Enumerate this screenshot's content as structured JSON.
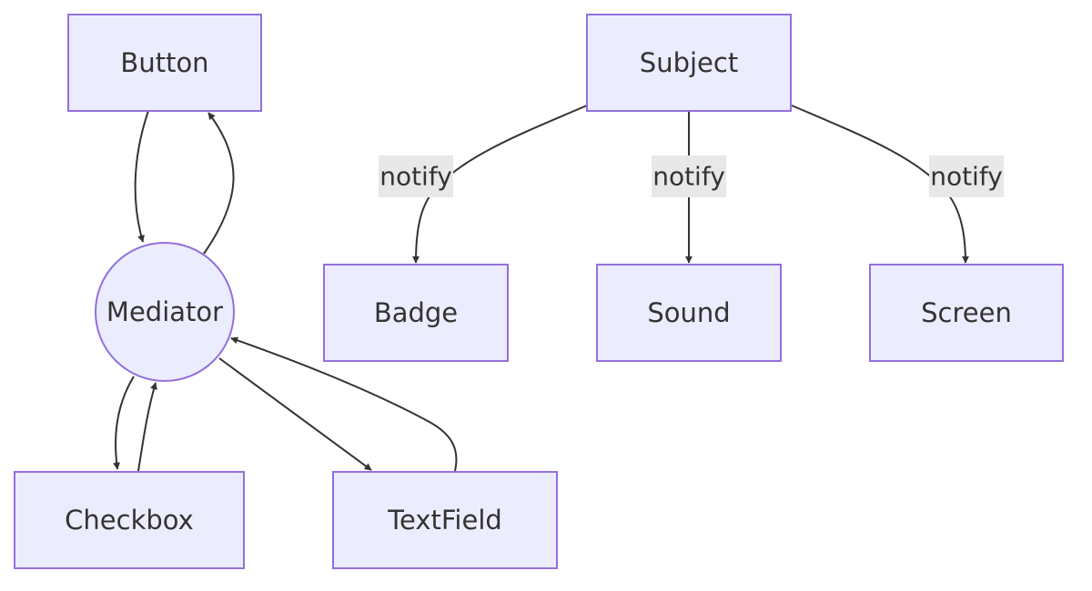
{
  "colors": {
    "node_fill": "#ECECFF",
    "node_stroke": "#9370DB",
    "edge": "#333333",
    "label_bg": "#E8E8E8",
    "text": "#333333"
  },
  "nodes": {
    "button": "Button",
    "mediator": "Mediator",
    "checkbox": "Checkbox",
    "textfield": "TextField",
    "subject": "Subject",
    "badge": "Badge",
    "sound": "Sound",
    "screen": "Screen"
  },
  "edges": [
    {
      "from": "Button",
      "to": "Mediator",
      "label": ""
    },
    {
      "from": "Mediator",
      "to": "Button",
      "label": ""
    },
    {
      "from": "Mediator",
      "to": "Checkbox",
      "label": ""
    },
    {
      "from": "Checkbox",
      "to": "Mediator",
      "label": ""
    },
    {
      "from": "Mediator",
      "to": "TextField",
      "label": ""
    },
    {
      "from": "TextField",
      "to": "Mediator",
      "label": ""
    },
    {
      "from": "Subject",
      "to": "Badge",
      "label": "notify"
    },
    {
      "from": "Subject",
      "to": "Sound",
      "label": "notify"
    },
    {
      "from": "Subject",
      "to": "Screen",
      "label": "notify"
    }
  ],
  "edge_labels": {
    "subject_badge": "notify",
    "subject_sound": "notify",
    "subject_screen": "notify"
  }
}
